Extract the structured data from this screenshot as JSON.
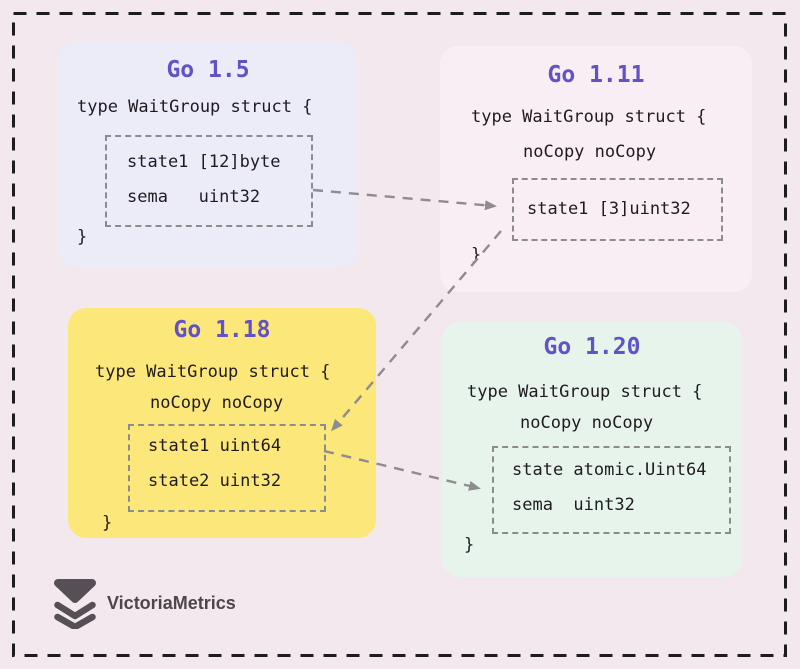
{
  "canvas": {
    "background": "#f2e8ee",
    "frame_color": "#1d1d1d"
  },
  "colors": {
    "title_purple": "#6152c6",
    "code_text": "#1f1b20",
    "arrow_gray": "#8d8d8d",
    "highlight_border_gray": "#8c8c8c",
    "card_go15_bg": "#ecebf8",
    "card_go111_bg": "#f9eef3",
    "card_go118_bg": "#fbe77a",
    "card_go120_bg": "#e6f4ec"
  },
  "cards": [
    {
      "title": "Go 1.5",
      "open_line": "type WaitGroup struct {",
      "fields": [
        "state1 [12]byte",
        "sema   uint32"
      ],
      "close_line": "}"
    },
    {
      "title": "Go 1.11",
      "open_line": "type WaitGroup struct {",
      "nocopy_line": "noCopy noCopy",
      "fields": [
        "state1 [3]uint32"
      ],
      "close_line": "}"
    },
    {
      "title": "Go 1.18",
      "open_line": "type WaitGroup struct {",
      "nocopy_line": "noCopy noCopy",
      "fields": [
        "state1 uint64",
        "state2 uint32"
      ],
      "close_line": "}"
    },
    {
      "title": "Go 1.20",
      "open_line": "type WaitGroup struct {",
      "nocopy_line": "noCopy noCopy",
      "fields": [
        "state atomic.Uint64",
        "sema  uint32"
      ],
      "close_line": "}"
    }
  ],
  "arrows": [
    {
      "from": "Go 1.5 fields",
      "to": "Go 1.11 field state1 [3]uint32"
    },
    {
      "from": "Go 1.11 field state1 [3]uint32",
      "to": "Go 1.18 fields"
    },
    {
      "from": "Go 1.18 fields",
      "to": "Go 1.20 fields"
    }
  ],
  "logo": {
    "text": "VictoriaMetrics"
  }
}
